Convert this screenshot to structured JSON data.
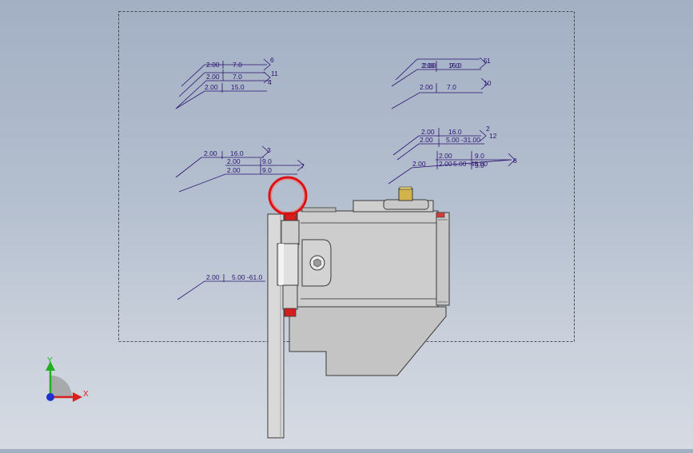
{
  "colors": {
    "annotation": "#2b1270",
    "body_metal": "#c8c8c8",
    "body_dark": "#a9a9a9",
    "plate": "#d7d7d7",
    "ring": "#e01515",
    "pin_red": "#d81e1e",
    "axis_x": "#d92020",
    "axis_y": "#22b022",
    "axis_z": "#2030d0"
  },
  "annotations": [
    {
      "groups": [
        {
          "t1": "2.00",
          "t2": "7.0",
          "id": "6"
        },
        {
          "t1": "2.00",
          "t2": "7.0",
          "id": "11"
        },
        {
          "t1": "2.00",
          "t2": "15.0",
          "id": "4"
        }
      ]
    },
    {
      "groups": [
        {
          "t1": "2.00",
          "t2": "16.0",
          "id": "5"
        },
        {
          "t1": "2.00",
          "t2": "7.0",
          "id": "1"
        },
        {
          "t1": "2.00",
          "t2": "7.0",
          "id": "10"
        }
      ]
    },
    {
      "groups": [
        {
          "t1": "2.00",
          "t2": "16.0",
          "id": "2"
        },
        {
          "t1": "2.00",
          "t2": "5.00 -31.00",
          "id": "12"
        }
      ]
    },
    {
      "groups": [
        {
          "t1": "2.00",
          "t2": "16.0",
          "id": "3"
        },
        {
          "t1": "2.00",
          "t2": "9.0",
          "id": "7"
        },
        {
          "t1": "2.00",
          "t2": "9.0",
          "id": ""
        }
      ]
    },
    {
      "groups": [
        {
          "t1": "2.00",
          "t2": "9.0",
          "id": "8"
        },
        {
          "t1": "2.00",
          "t2": "5.00 -45.00",
          "id": ""
        },
        {
          "t1": "2.00",
          "t2": "9.0",
          "id": ""
        }
      ]
    },
    {
      "groups": [
        {
          "t1": "2.00",
          "t2": "5.00 -61.0",
          "id": ""
        }
      ]
    }
  ],
  "triad": {
    "x_label": "X",
    "y_label": "Y"
  }
}
